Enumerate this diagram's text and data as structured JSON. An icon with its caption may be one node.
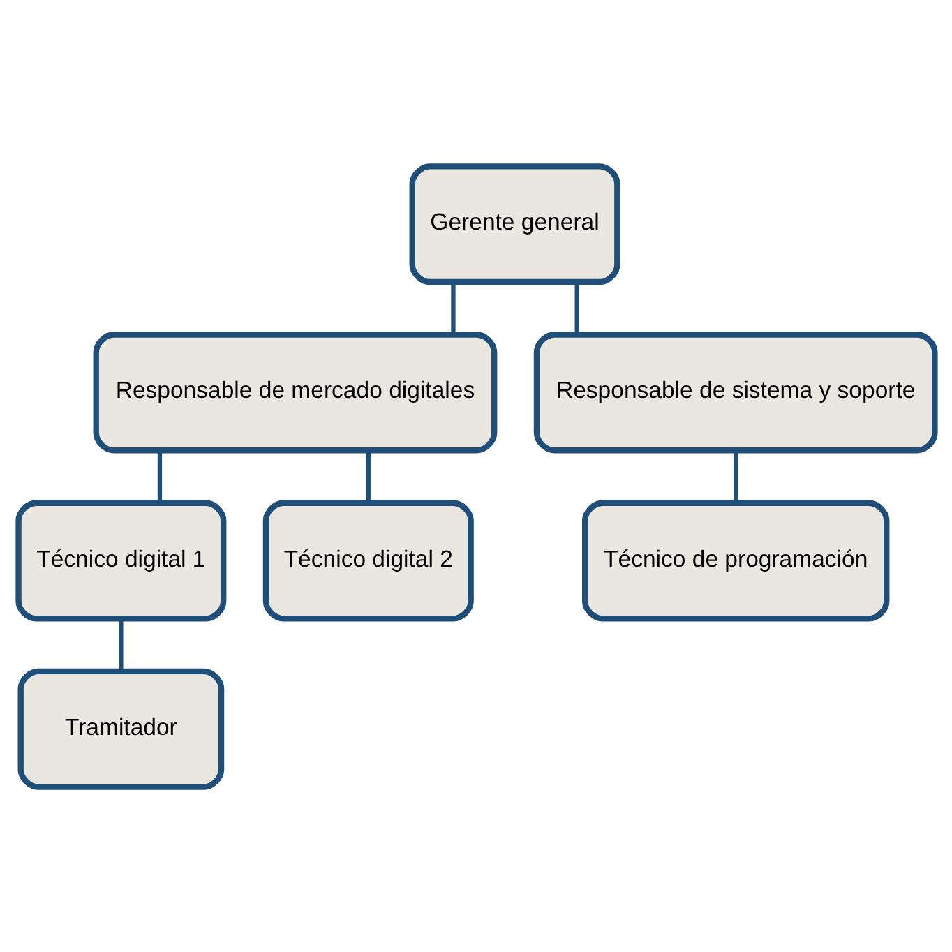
{
  "diagram": {
    "nodes": [
      {
        "text": [
          "Gerente general"
        ]
      },
      {
        "text": [
          "Responsable de mercado digitales"
        ]
      },
      {
        "text": [
          "Responsable de sistema y soporte"
        ]
      },
      {
        "text": [
          "Técnico digital 1"
        ]
      },
      {
        "text": [
          "Técnico digital 2"
        ]
      },
      {
        "text": [
          "Técnico de programación"
        ]
      },
      {
        "text": [
          "Tramitador"
        ]
      }
    ],
    "edges": [
      {
        "from": 0,
        "to": 1,
        "arrow": "none"
      },
      {
        "from": 0,
        "to": 2,
        "arrow": "none"
      },
      {
        "from": 1,
        "to": 3,
        "arrow": "none"
      },
      {
        "from": 1,
        "to": 4,
        "arrow": "none"
      },
      {
        "from": 2,
        "to": 5,
        "arrow": "none"
      },
      {
        "from": 3,
        "to": 6,
        "arrow": "none"
      }
    ]
  }
}
